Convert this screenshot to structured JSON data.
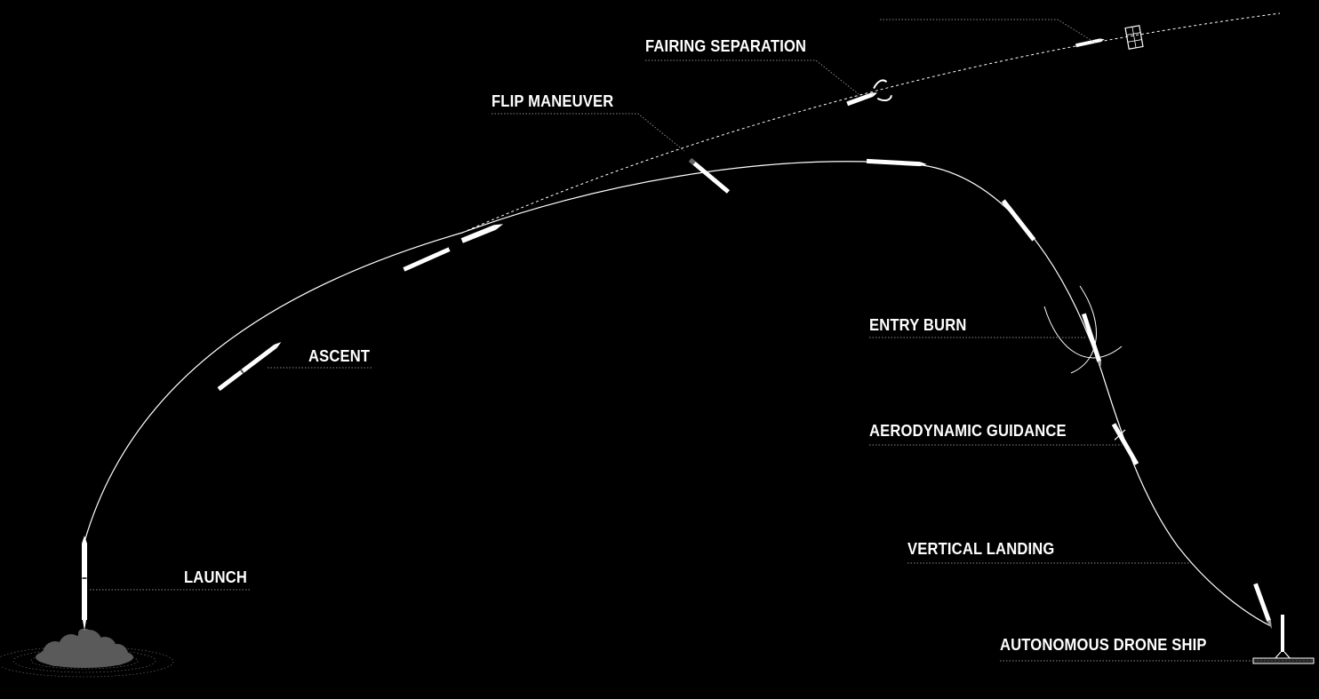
{
  "diagram": {
    "labels": {
      "fairing_separation": "FAIRING SEPARATION",
      "flip_maneuver": "FLIP MANEUVER",
      "ascent": "ASCENT",
      "entry_burn": "ENTRY BURN",
      "aerodynamic_guidance": "AERODYNAMIC GUIDANCE",
      "vertical_landing": "VERTICAL LANDING",
      "launch": "LAUNCH",
      "autonomous_drone_ship": "AUTONOMOUS DRONE SHIP"
    },
    "colors": {
      "background": "#000000",
      "line": "#ffffff",
      "leader": "#8a8a8a",
      "cloud": "#5a5a5a"
    }
  }
}
